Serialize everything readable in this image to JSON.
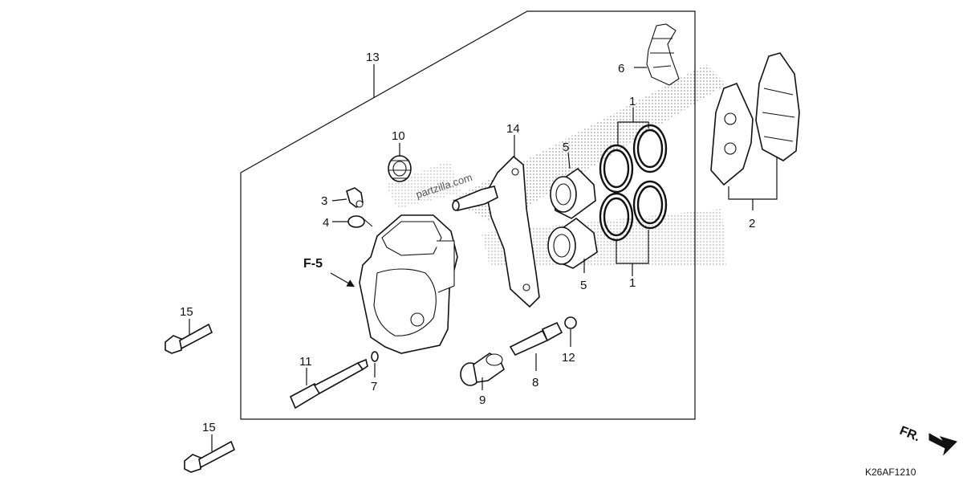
{
  "diagram": {
    "callouts": {
      "c1a": "1",
      "c1b": "1",
      "c2": "2",
      "c3": "3",
      "c4": "4",
      "c5a": "5",
      "c5b": "5",
      "c6": "6",
      "c7": "7",
      "c8": "8",
      "c9": "9",
      "c10": "10",
      "c11": "11",
      "c12": "12",
      "c13": "13",
      "c14": "14",
      "c15a": "15",
      "c15b": "15"
    },
    "reference_label": "F-5",
    "front_label": "FR.",
    "diagram_code": "K26AF1210",
    "watermark": "partzilla.com"
  }
}
